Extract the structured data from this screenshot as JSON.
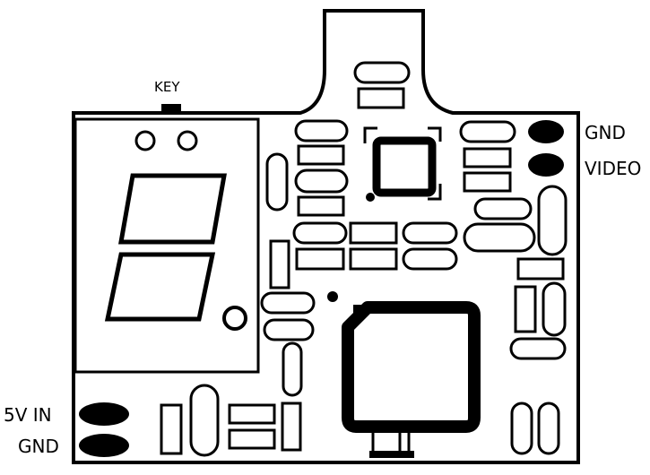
{
  "labels": {
    "key": "KEY",
    "gnd_right": "GND",
    "video": "VIDEO",
    "power_in": "5V IN",
    "gnd_left": "GND"
  },
  "colors": {
    "ink": "#000000",
    "paper": "#ffffff"
  }
}
